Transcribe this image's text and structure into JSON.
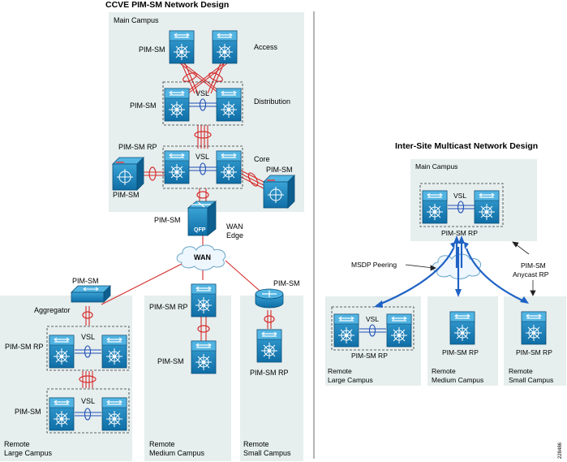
{
  "left": {
    "title": "CCVE PIM-SM Network Design",
    "main_campus": "Main Campus",
    "pim_sm": "PIM-SM",
    "pim_sm_rp": "PIM-SM RP",
    "access": "Access",
    "distribution": "Distribution",
    "core": "Core",
    "vsl": "VSL",
    "qfp": "QFP",
    "wan_edge": [
      "WAN",
      "Edge"
    ],
    "wan": "WAN",
    "aggregator": "Aggregator",
    "remote_large": [
      "Remote",
      "Large Campus"
    ],
    "remote_medium": [
      "Remote",
      "Medium Campus"
    ],
    "remote_small": [
      "Remote",
      "Small Campus"
    ]
  },
  "right": {
    "title": "Inter-Site Multicast Network Design",
    "main_campus": "Main Campus",
    "vsl": "VSL",
    "pim_sm_rp": "PIM-SM RP",
    "msdp": "MSDP Peering",
    "anycast": [
      "PIM-SM",
      "Anycast RP"
    ],
    "remote_large": [
      "Remote",
      "Large Campus"
    ],
    "remote_medium": [
      "Remote",
      "Medium Campus"
    ],
    "remote_small": [
      "Remote",
      "Small Campus"
    ]
  },
  "figure_id": "228486",
  "colors": {
    "panel": "#e6eeee",
    "device": "#1a86bf",
    "link_red": "#d72b2b",
    "vsl_blue": "#1f4fb5",
    "msdp_blue": "#1f62c4"
  }
}
